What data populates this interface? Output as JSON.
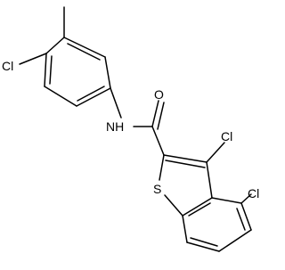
{
  "molecule": {
    "atom_labels": {
      "cl_aryl": "Cl",
      "nh": "NH",
      "o": "O",
      "cl_3": "Cl",
      "cl_4": "Cl",
      "s": "S"
    },
    "colors": {
      "bond": "#000000",
      "text": "#000000",
      "background": "#ffffff"
    }
  }
}
